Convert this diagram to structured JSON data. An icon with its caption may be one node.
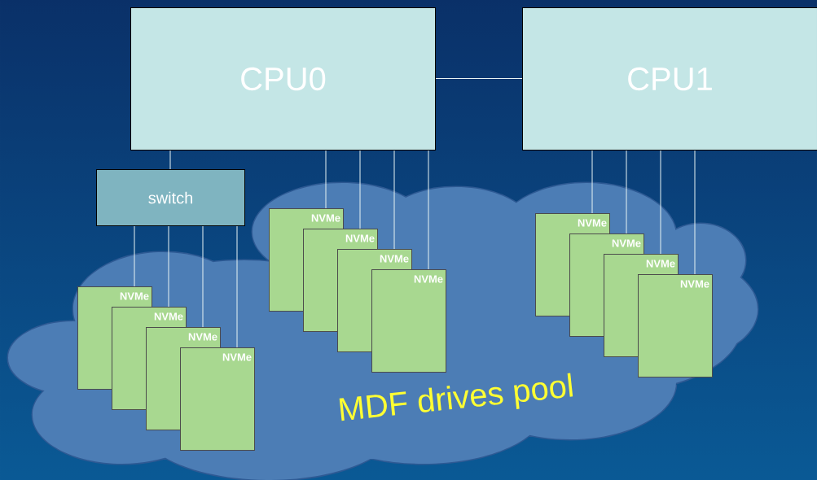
{
  "diagram": {
    "nodes": [
      {
        "text": [
          "CPU0"
        ]
      },
      {
        "text": [
          "CPU1"
        ]
      },
      {
        "text": [
          "switch"
        ]
      },
      {
        "text": [
          "MDF drives pool"
        ]
      },
      {
        "text": [
          "NVMe"
        ],
        "in": 3
      },
      {
        "text": [
          "NVMe"
        ],
        "in": 3
      },
      {
        "text": [
          "NVMe"
        ],
        "in": 3
      },
      {
        "text": [
          "NVMe"
        ],
        "in": 3
      },
      {
        "text": [
          "NVMe"
        ],
        "in": 3
      },
      {
        "text": [
          "NVMe"
        ],
        "in": 3
      },
      {
        "text": [
          "NVMe"
        ],
        "in": 3
      },
      {
        "text": [
          "NVMe"
        ],
        "in": 3
      },
      {
        "text": [
          "NVMe"
        ],
        "in": 3
      },
      {
        "text": [
          "NVMe"
        ],
        "in": 3
      },
      {
        "text": [
          "NVMe"
        ],
        "in": 3
      },
      {
        "text": [
          "NVMe"
        ],
        "in": 3
      }
    ],
    "edges": [
      {
        "from": 0,
        "to": 1,
        "arrow": "none"
      },
      {
        "from": 0,
        "to": 2,
        "arrow": "none"
      },
      {
        "from": 2,
        "to": 4,
        "arrow": "none"
      },
      {
        "from": 2,
        "to": 5,
        "arrow": "none"
      },
      {
        "from": 2,
        "to": 6,
        "arrow": "none"
      },
      {
        "from": 2,
        "to": 7,
        "arrow": "none"
      },
      {
        "from": 0,
        "to": 8,
        "arrow": "none"
      },
      {
        "from": 0,
        "to": 9,
        "arrow": "none"
      },
      {
        "from": 0,
        "to": 10,
        "arrow": "none"
      },
      {
        "from": 0,
        "to": 11,
        "arrow": "none"
      },
      {
        "from": 1,
        "to": 12,
        "arrow": "none"
      },
      {
        "from": 1,
        "to": 13,
        "arrow": "none"
      },
      {
        "from": 1,
        "to": 14,
        "arrow": "none"
      },
      {
        "from": 1,
        "to": 15,
        "arrow": "none"
      }
    ]
  }
}
